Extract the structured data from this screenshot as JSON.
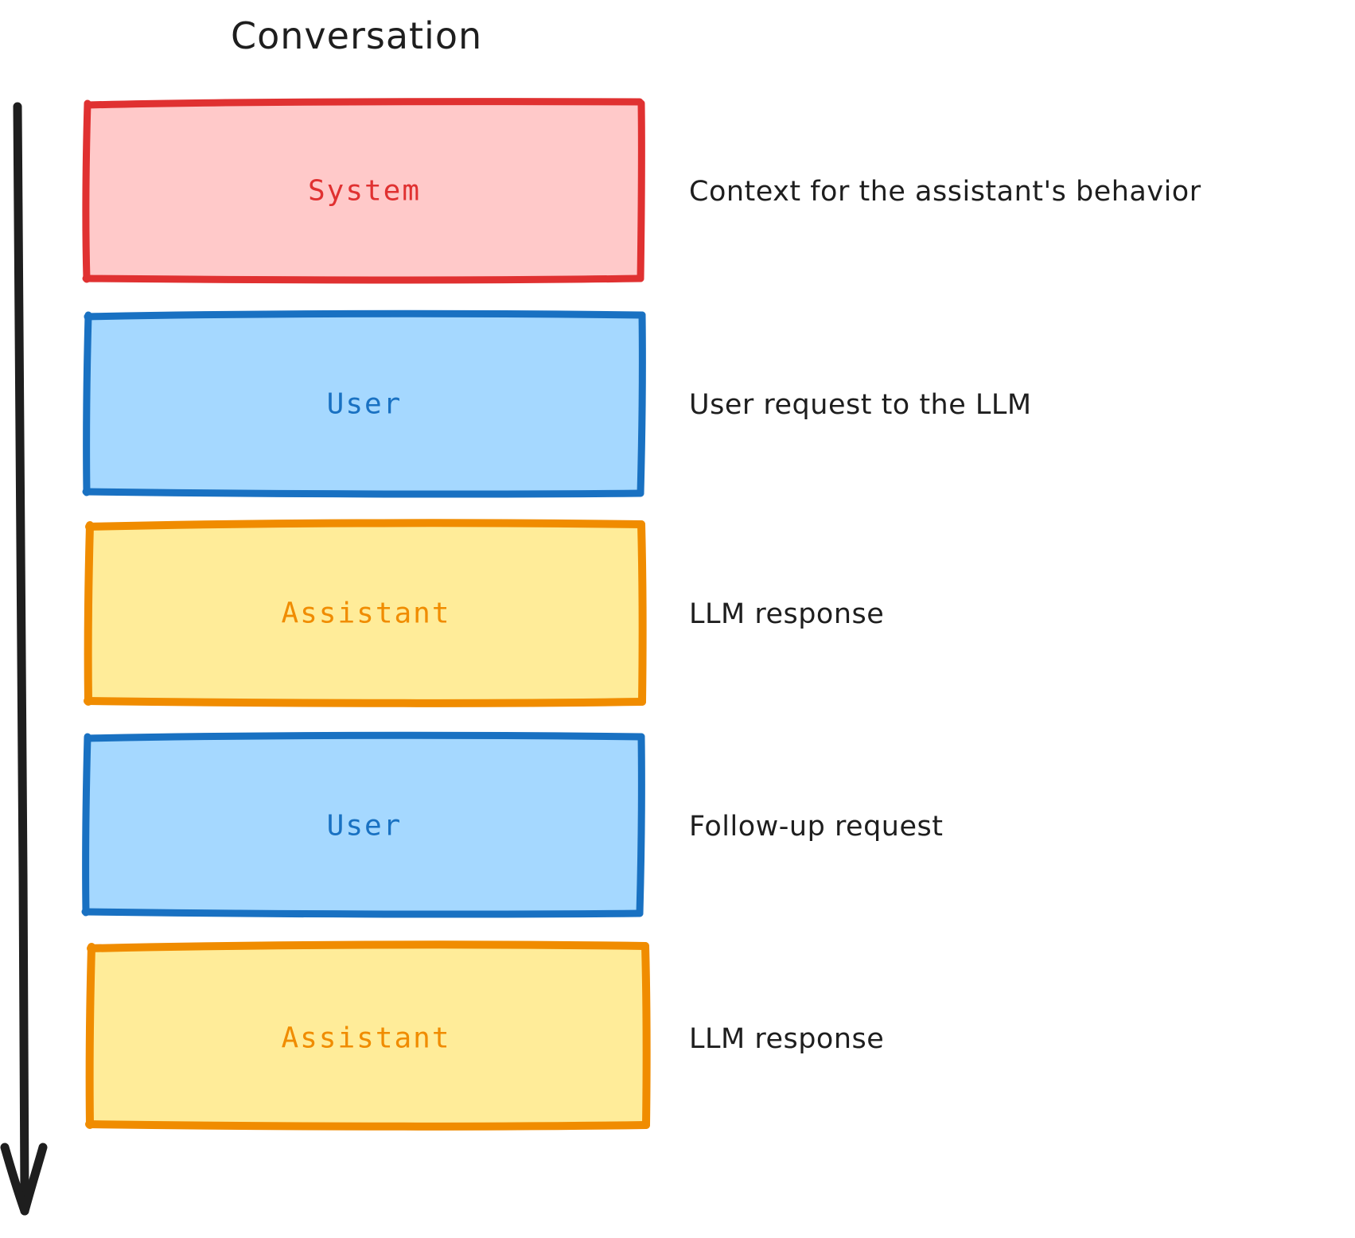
{
  "diagram": {
    "title": "Conversation",
    "flow_arrow": {
      "name": "downward-time-arrow",
      "direction": "down",
      "color": "#1e1e1e"
    },
    "palette": {
      "system_fill": "#ffc9c9",
      "system_stroke": "#e03131",
      "user_fill": "#a5d8ff",
      "user_stroke": "#1971c2",
      "assistant_fill": "#ffec99",
      "assistant_stroke": "#f08c00",
      "text": "#1e1e1e",
      "background": "#ffffff"
    },
    "messages": [
      {
        "role": "System",
        "description": "Context for the assistant's behavior",
        "fill": "#ffc9c9",
        "stroke": "#e03131",
        "label_color": "#e03131"
      },
      {
        "role": "User",
        "description": "User request to the LLM",
        "fill": "#a5d8ff",
        "stroke": "#1971c2",
        "label_color": "#1971c2"
      },
      {
        "role": "Assistant",
        "description": "LLM response",
        "fill": "#ffec99",
        "stroke": "#f08c00",
        "label_color": "#f08c00"
      },
      {
        "role": "User",
        "description": "Follow-up request",
        "fill": "#a5d8ff",
        "stroke": "#1971c2",
        "label_color": "#1971c2"
      },
      {
        "role": "Assistant",
        "description": "LLM response",
        "fill": "#ffec99",
        "stroke": "#f08c00",
        "label_color": "#f08c00"
      }
    ]
  }
}
